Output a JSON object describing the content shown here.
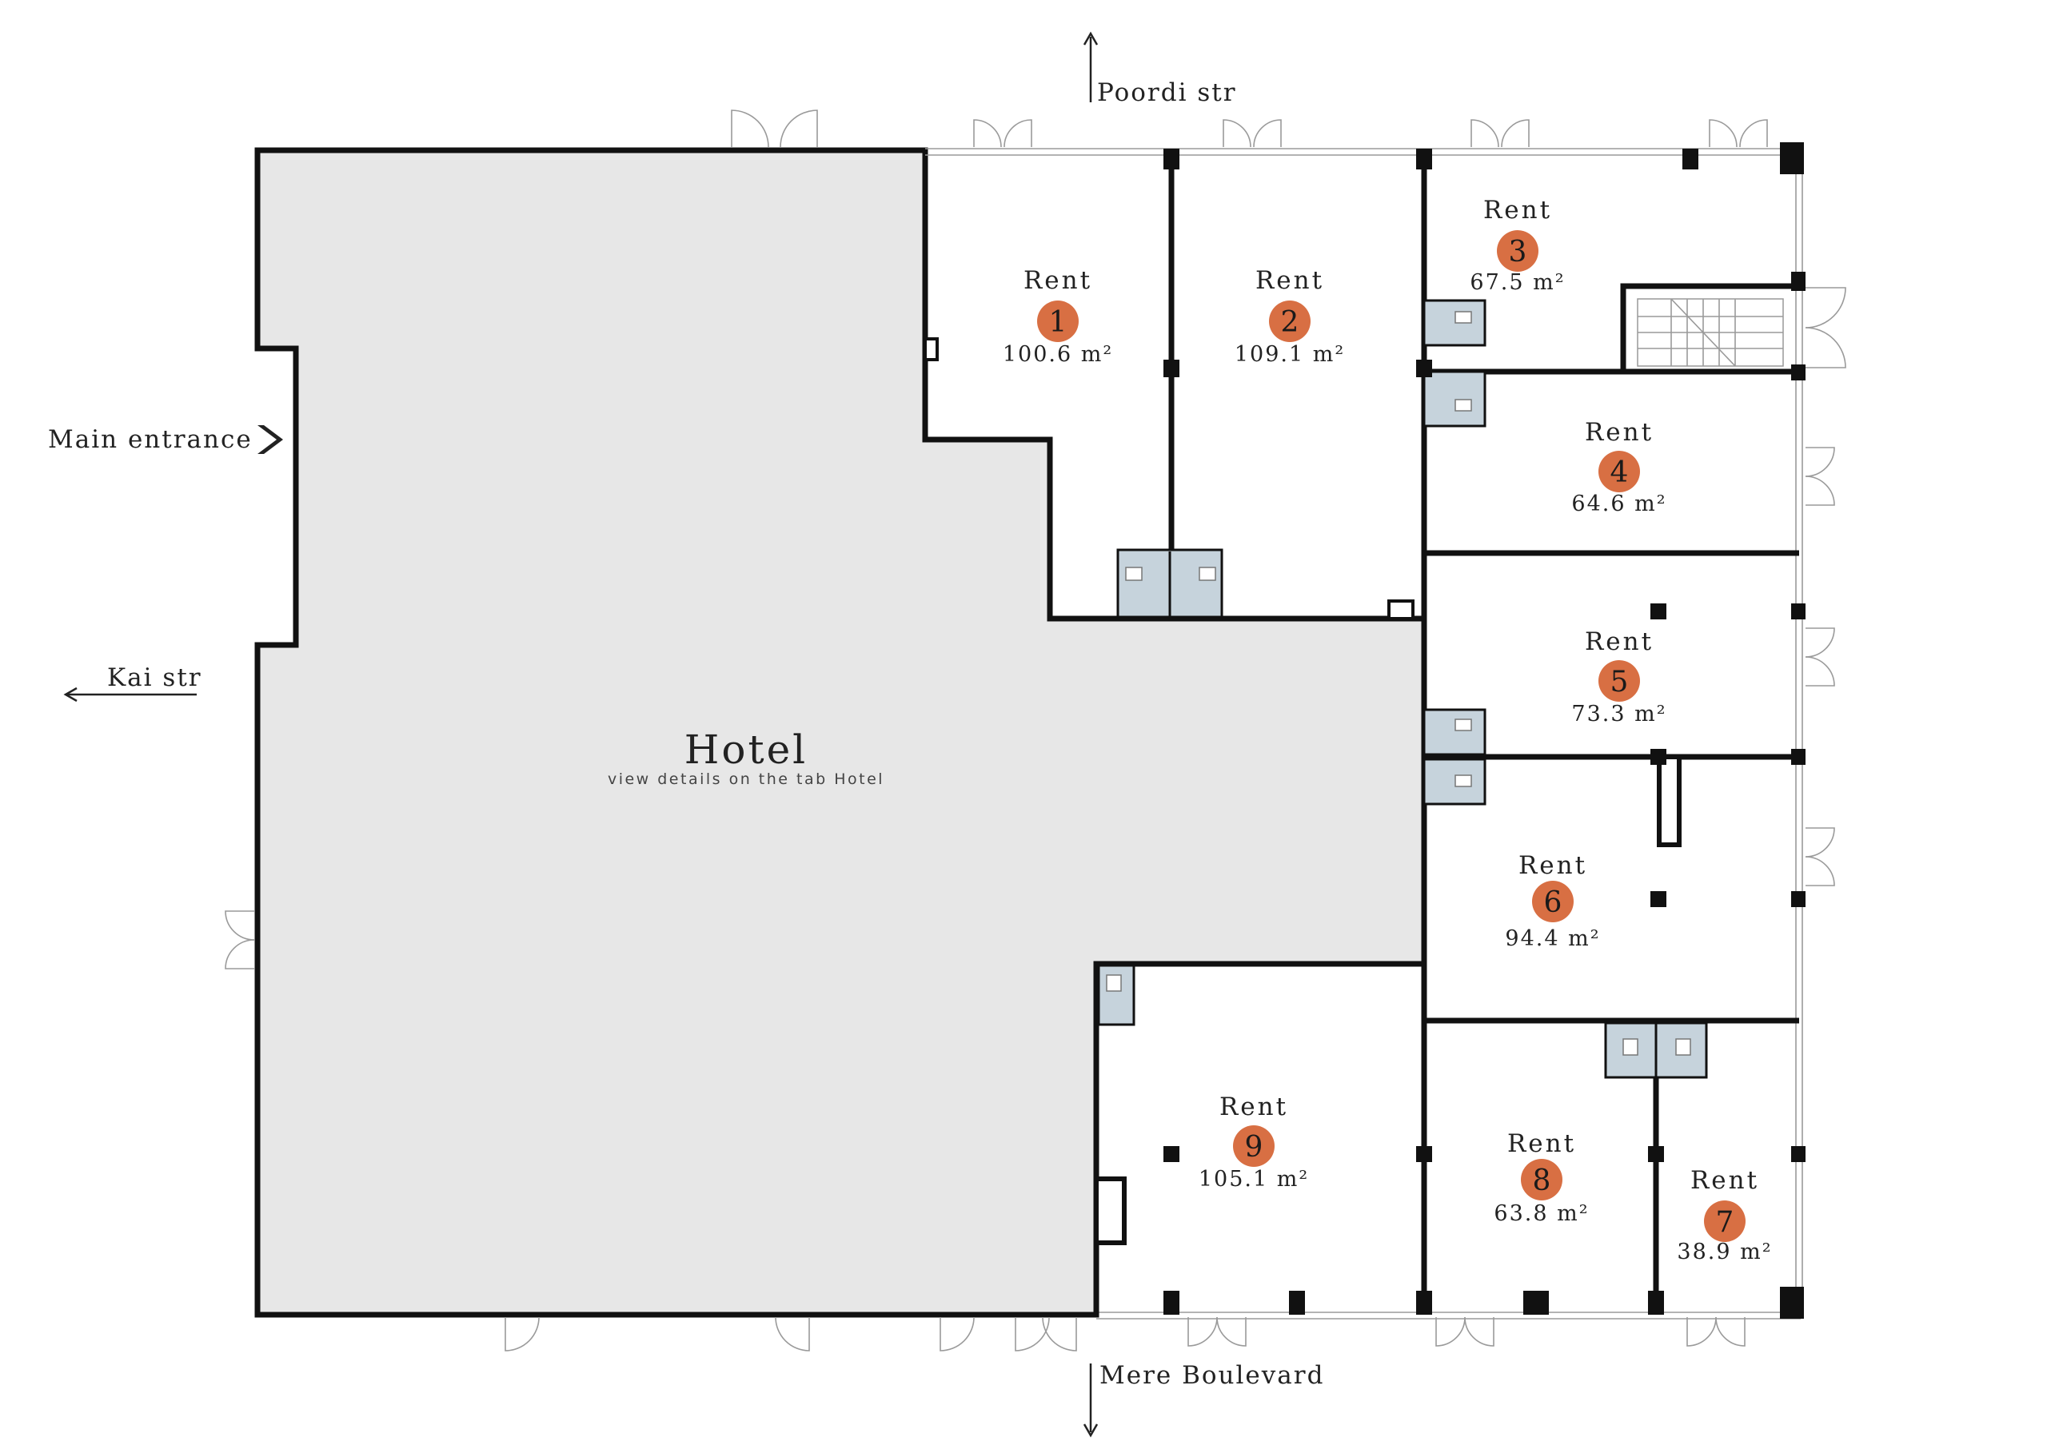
{
  "colors": {
    "hotel_fill": "#e7e7e7",
    "unit_marker": "#d86f43",
    "wc_fill": "#c6d3dc",
    "wall": "#111111"
  },
  "streets": {
    "north": "Poordi str",
    "west": "Kai str",
    "south": "Mere Boulevard",
    "entrance": "Main entrance"
  },
  "hotel": {
    "title": "Hotel",
    "subtitle": "view details on the tab Hotel"
  },
  "units": [
    {
      "number": "1",
      "label": "Rent",
      "area": "100.6 m²"
    },
    {
      "number": "2",
      "label": "Rent",
      "area": "109.1 m²"
    },
    {
      "number": "3",
      "label": "Rent",
      "area": "67.5 m²"
    },
    {
      "number": "4",
      "label": "Rent",
      "area": "64.6 m²"
    },
    {
      "number": "5",
      "label": "Rent",
      "area": "73.3 m²"
    },
    {
      "number": "6",
      "label": "Rent",
      "area": "94.4 m²"
    },
    {
      "number": "7",
      "label": "Rent",
      "area": "38.9 m²"
    },
    {
      "number": "8",
      "label": "Rent",
      "area": "63.8 m²"
    },
    {
      "number": "9",
      "label": "Rent",
      "area": "105.1 m²"
    }
  ]
}
